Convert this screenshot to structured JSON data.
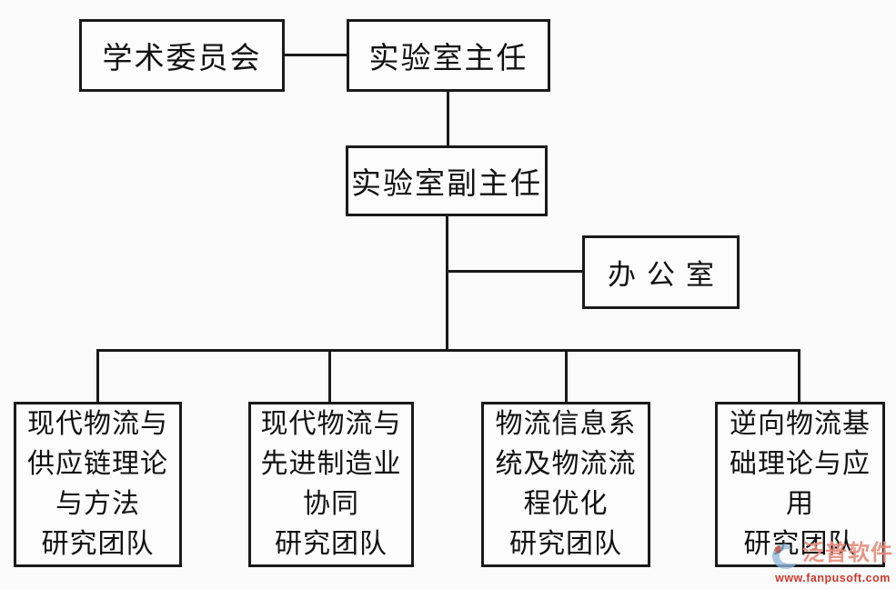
{
  "diagram": {
    "type": "org-chart",
    "nodes": {
      "academic_committee": "学术委员会",
      "lab_director": "实验室主任",
      "deputy_director": "实验室副主任",
      "office": "办公室"
    },
    "teams": [
      {
        "lines": [
          "现代物流与",
          "供应链理论",
          "与方法",
          "研究团队"
        ],
        "full_name": "现代物流与供应链理论与方法研究团队"
      },
      {
        "lines": [
          "现代物流与",
          "先进制造业",
          "协同",
          "研究团队"
        ],
        "full_name": "现代物流与先进制造业协同研究团队"
      },
      {
        "lines": [
          "物流信息系",
          "统及物流流",
          "程优化",
          "研究团队"
        ],
        "full_name": "物流信息系统及物流流程优化研究团队"
      },
      {
        "lines": [
          "逆向物流基",
          "础理论与应",
          "用",
          "研究团队"
        ],
        "full_name": "逆向物流基础理论与应用研究团队"
      }
    ],
    "edges": [
      {
        "from": "学术委员会",
        "to": "实验室主任",
        "style": "lateral"
      },
      {
        "from": "实验室主任",
        "to": "实验室副主任",
        "style": "vertical"
      },
      {
        "from": "实验室副主任",
        "to": "办公室",
        "style": "lateral"
      },
      {
        "from": "实验室副主任",
        "to": "现代物流与供应链理论与方法研究团队",
        "style": "vertical"
      },
      {
        "from": "实验室副主任",
        "to": "现代物流与先进制造业协同研究团队",
        "style": "vertical"
      },
      {
        "from": "实验室副主任",
        "to": "物流信息系统及物流流程优化研究团队",
        "style": "vertical"
      },
      {
        "from": "实验室副主任",
        "to": "逆向物流基础理论与应用研究团队",
        "style": "vertical"
      }
    ]
  },
  "watermark": {
    "brand": "泛普软件",
    "url": "www.fanpusoft.com",
    "brand_color": "#e58f7f",
    "url_color": "#cc372b",
    "logo_blue": "#8fb8dc",
    "logo_orange": "#bf4d3f"
  },
  "colors": {
    "background": "#fbfbfb",
    "line": "#1a1a1a",
    "text": "#111111"
  }
}
